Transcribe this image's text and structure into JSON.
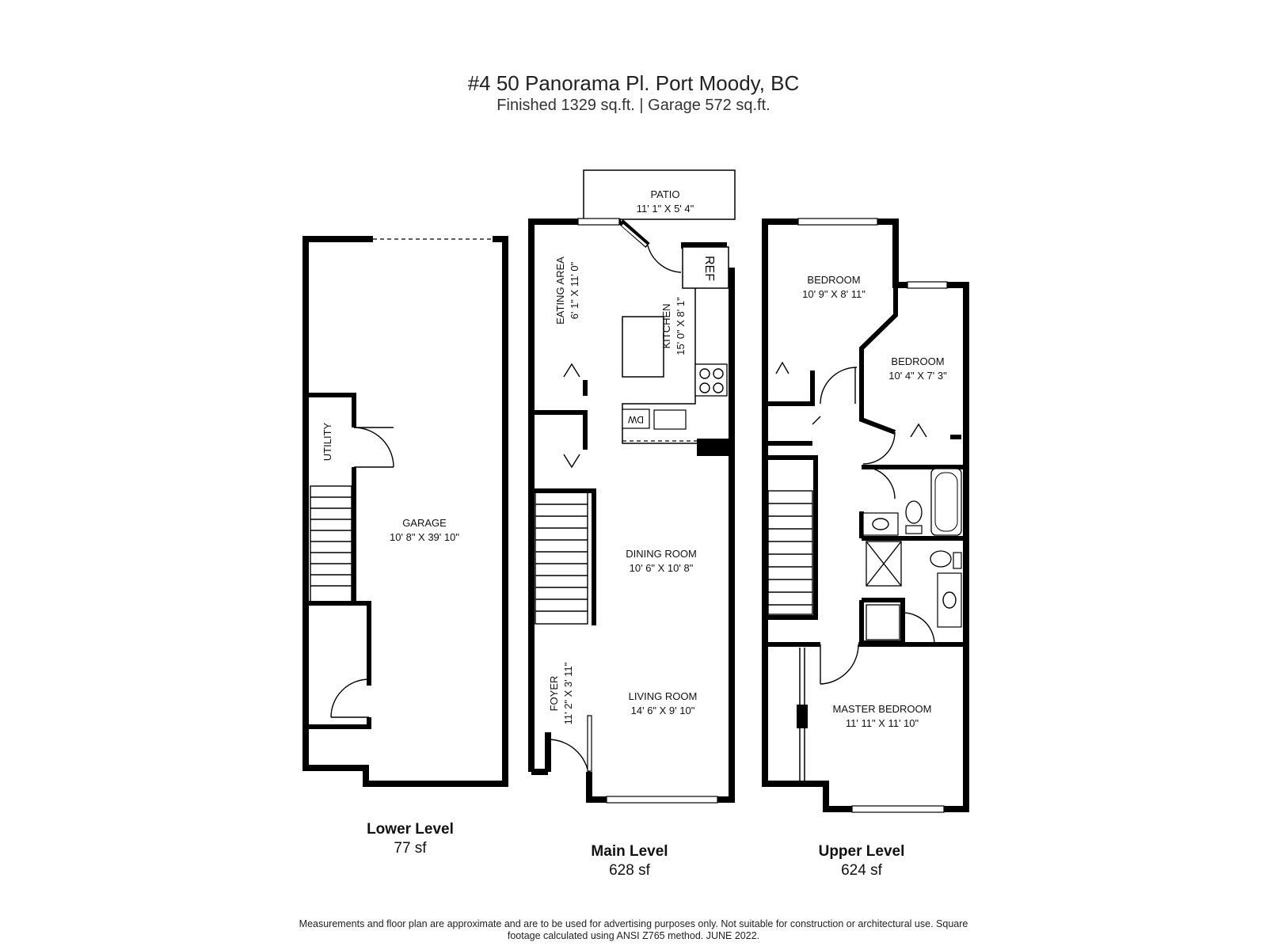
{
  "header": {
    "address": "#4 50 Panorama Pl. Port Moody, BC",
    "summary": "Finished   1329 sq.ft.  |  Garage   572 sq.ft."
  },
  "levels": [
    {
      "name": "Lower Level",
      "area": "77 sf"
    },
    {
      "name": "Main Level",
      "area": "628 sf"
    },
    {
      "name": "Upper Level",
      "area": "624 sf"
    }
  ],
  "rooms": {
    "garage": {
      "name": "GARAGE",
      "dims": "10' 8\" X 39' 10\""
    },
    "utility": {
      "name": "UTILITY"
    },
    "patio": {
      "name": "PATIO",
      "dims": "11' 1\" X 5' 4\""
    },
    "eating_area": {
      "name": "EATING AREA",
      "dims": "6' 1\" X 11' 0\""
    },
    "kitchen": {
      "name": "KITCHEN",
      "dims": "15' 0\" X 8' 1\""
    },
    "dining_room": {
      "name": "DINING ROOM",
      "dims": "10' 6\" X 10' 8\""
    },
    "foyer": {
      "name": "FOYER",
      "dims": "11' 2\" X 3' 11\""
    },
    "living_room": {
      "name": "LIVING ROOM",
      "dims": "14' 6\" X 9' 10\""
    },
    "bedroom_1": {
      "name": "BEDROOM",
      "dims": "10' 9\" X 8' 11\""
    },
    "bedroom_2": {
      "name": "BEDROOM",
      "dims": "10' 4\" X 7' 3\""
    },
    "master_bedroom": {
      "name": "MASTER BEDROOM",
      "dims": "11' 11\" X 11' 10\""
    }
  },
  "fixtures": {
    "ref": "REF",
    "dw": "DW"
  },
  "disclaimer": "Measurements and floor plan are approximate and are to be used for advertising purposes only. Not suitable for construction or architectural use. Square footage calculated using ANSI Z765 method. JUNE 2022."
}
